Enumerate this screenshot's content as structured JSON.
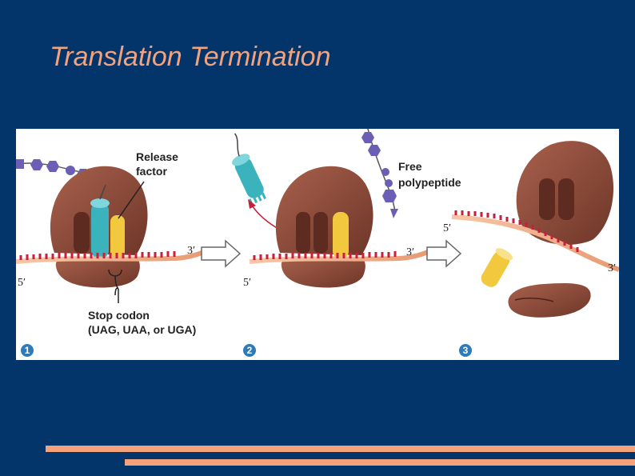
{
  "slide": {
    "title": "Translation Termination"
  },
  "figure": {
    "labels": {
      "release_factor_line1": "Release",
      "release_factor_line2": "factor",
      "free_polypeptide_line1": "Free",
      "free_polypeptide_line2": "polypeptide",
      "stop_codon_line1": "Stop codon",
      "stop_codon_line2": "(UAG, UAA, or UGA)"
    },
    "ends": {
      "three_prime": "3′",
      "five_prime": "5′"
    },
    "steps": [
      "1",
      "2",
      "3"
    ]
  },
  "colors": {
    "background": "#04356a",
    "title": "#f3a27c",
    "ribosome": "#8a4a3a",
    "mrna": "#c81f3b",
    "release_factor": "#3bb3bd",
    "trna": "#f2c93e",
    "polypeptide": "#6a5fb5",
    "step_badge": "#2f7ab8",
    "accent_bars": "#f3a27c"
  }
}
